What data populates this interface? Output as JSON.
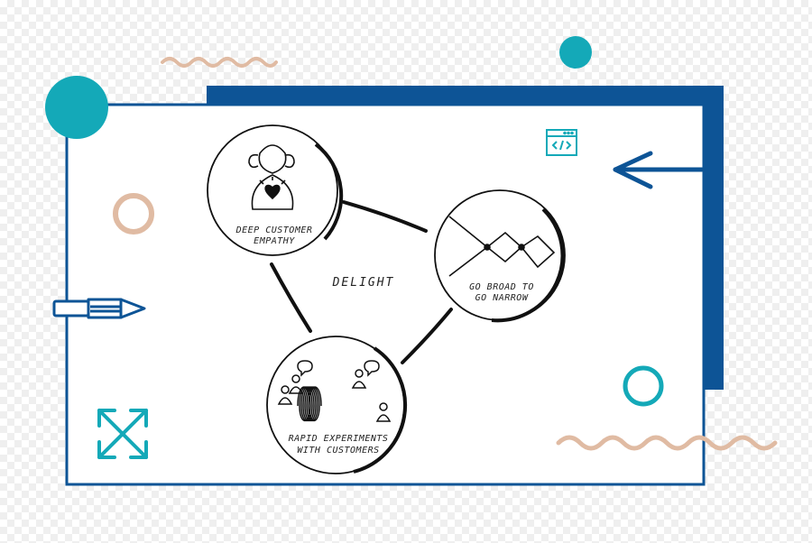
{
  "colors": {
    "navy": "#0d5496",
    "teal": "#14a9b8",
    "tan": "#e0bba3",
    "ink": "#111111"
  },
  "center_label": "DELIGHT",
  "nodes": [
    {
      "id": "empathy",
      "icon": "person-heart-icon",
      "line1": "DEEP CUSTOMER",
      "line2": "EMPATHY"
    },
    {
      "id": "broad",
      "icon": "diverge-converge-icon",
      "line1": "GO BROAD TO",
      "line2": "GO NARROW"
    },
    {
      "id": "experiments",
      "icon": "people-loops-icon",
      "line1": "RAPID EXPERIMENTS",
      "line2": "WITH CUSTOMERS"
    }
  ],
  "decorations": [
    "code-window-icon",
    "arrow-left-icon",
    "pencil-icon",
    "expand-arrows-icon",
    "teal-dot",
    "tan-ring",
    "teal-ring",
    "squiggle"
  ]
}
